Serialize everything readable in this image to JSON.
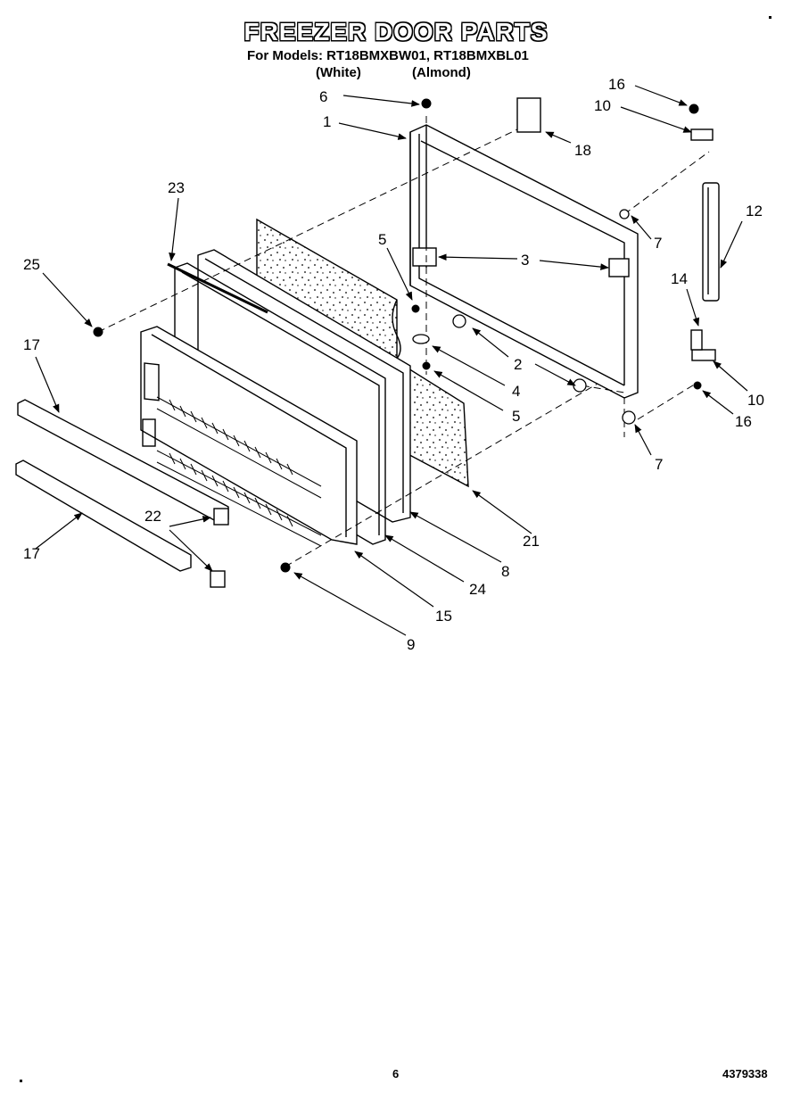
{
  "title": "FREEZER DOOR PARTS",
  "models_line": "For Models: RT18BMXBW01, RT18BMXBL01",
  "variants": [
    "(White)",
    "(Almond)"
  ],
  "callouts": {
    "c6": "6",
    "c1": "1",
    "c18": "18",
    "c16a": "16",
    "c10a": "10",
    "c12": "12",
    "c23": "23",
    "c5a": "5",
    "c7a": "7",
    "c3": "3",
    "c25": "25",
    "c14": "14",
    "c2": "2",
    "c4": "4",
    "c5b": "5",
    "c10b": "10",
    "c16b": "16",
    "c17a": "17",
    "c7b": "7",
    "c22": "22",
    "c21": "21",
    "c8": "8",
    "c17b": "17",
    "c24": "24",
    "c15": "15",
    "c9": "9"
  },
  "footer": {
    "page": "6",
    "doc": "4379338"
  }
}
